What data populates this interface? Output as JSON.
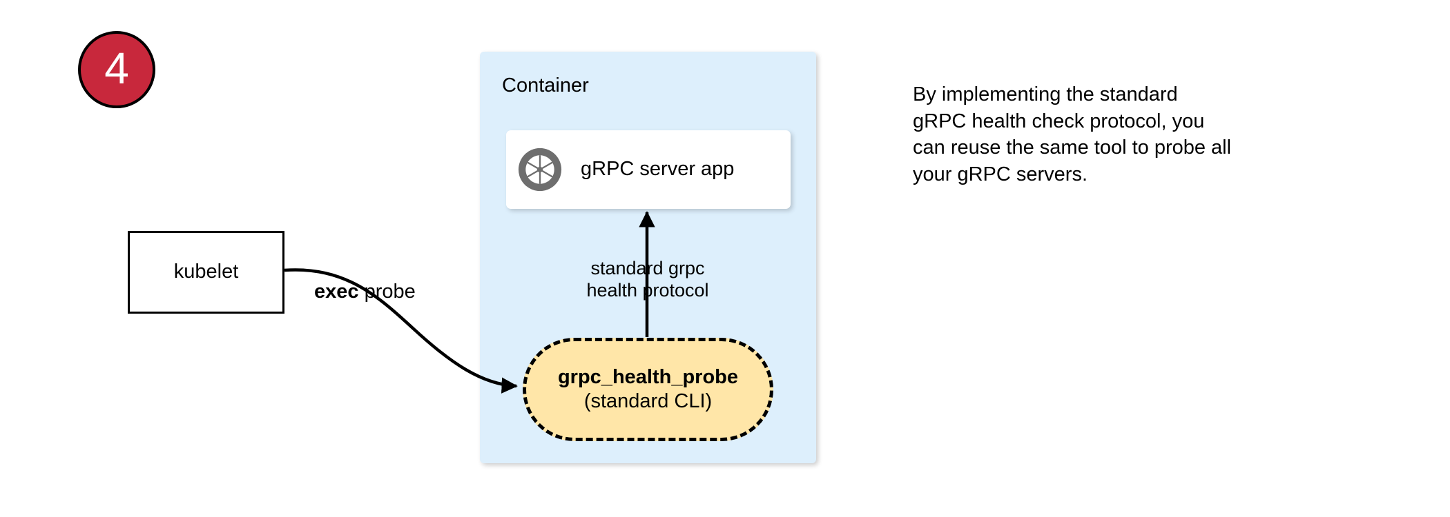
{
  "step": {
    "number": "4"
  },
  "container": {
    "title": "Container"
  },
  "server_card": {
    "label": "gRPC server app",
    "icon": "grpc-aperture-icon"
  },
  "probe": {
    "title": "grpc_health_probe",
    "subtitle": "(standard CLI)"
  },
  "kubelet": {
    "label": "kubelet"
  },
  "edges": {
    "exec_probe": {
      "strong": "exec",
      "rest": " probe"
    },
    "protocol": {
      "line1": "standard grpc",
      "line2": "health protocol"
    }
  },
  "note": {
    "line1": "By implementing the standard",
    "line2": "gRPC health check protocol, you",
    "line3": "can reuse the same tool to probe all",
    "line4": "your gRPC servers."
  },
  "colors": {
    "badge_fill": "#c8283c",
    "badge_text": "#ffffff",
    "container_fill": "#ddeffc",
    "probe_fill": "#ffe6a8",
    "card_fill": "#ffffff",
    "icon_gray": "#6e6e6e",
    "stroke": "#000000"
  }
}
